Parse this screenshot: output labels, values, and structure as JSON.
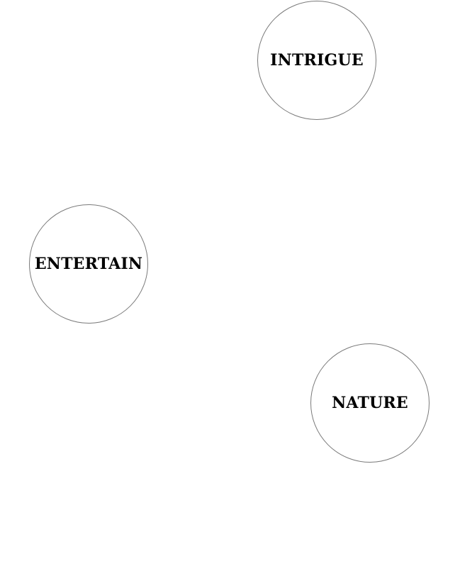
{
  "diagram": {
    "nodes": [
      {
        "id": "intrigue",
        "label": "INTRIGUE"
      },
      {
        "id": "entertain",
        "label": "ENTERTAIN"
      },
      {
        "id": "nature",
        "label": "NATURE"
      }
    ],
    "colors": {
      "background": "#ffffff",
      "circle_border": "#7a7a7a",
      "label_text": "#000000"
    }
  }
}
